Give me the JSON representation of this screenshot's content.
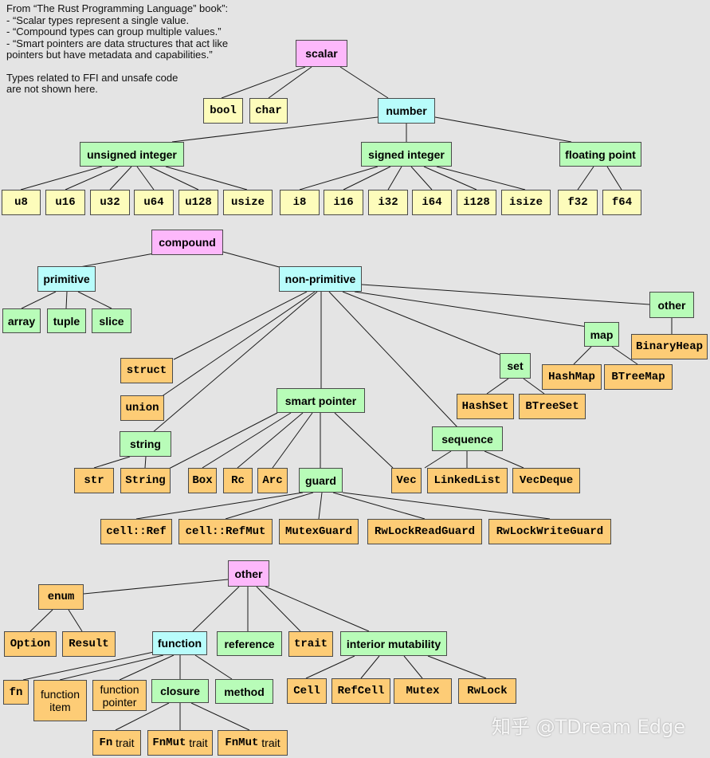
{
  "notes": [
    "From “The Rust Programming Language” book”:",
    "- “Scalar types represent a single value.",
    "- “Compound types can group multiple values.”",
    "- “Smart pointers are data structures that act like",
    "pointers but have metadata and capabilities.”",
    "",
    "Types related to FFI and unsafe code",
    "are not shown here."
  ],
  "colors": {
    "root": "#fdb8fb",
    "category": "#b8fcfb",
    "group": "#b8fcb8",
    "scalar_type": "#fdfcbb",
    "compound_type": "#fdcc76",
    "background": "#e4e4e4"
  },
  "nodes": {
    "scalar": "scalar",
    "bool": "bool",
    "char": "char",
    "number": "number",
    "unsigned_integer": "unsigned integer",
    "signed_integer": "signed integer",
    "floating_point": "floating point",
    "u8": "u8",
    "u16": "u16",
    "u32": "u32",
    "u64": "u64",
    "u128": "u128",
    "usize": "usize",
    "i8": "i8",
    "i16": "i16",
    "i32": "i32",
    "i64": "i64",
    "i128": "i128",
    "isize": "isize",
    "f32": "f32",
    "f64": "f64",
    "compound": "compound",
    "primitive": "primitive",
    "non_primitive": "non-primitive",
    "array": "array",
    "tuple": "tuple",
    "slice": "slice",
    "struct": "struct",
    "union": "union",
    "string": "string",
    "str": "str",
    "String": "String",
    "smart_pointer": "smart pointer",
    "Box": "Box",
    "Rc": "Rc",
    "Arc": "Arc",
    "guard": "guard",
    "cell_ref": "cell::Ref",
    "cell_refmut": "cell::RefMut",
    "MutexGuard": "MutexGuard",
    "RwLockReadGuard": "RwLockReadGuard",
    "RwLockWriteGuard": "RwLockWriteGuard",
    "Vec": "Vec",
    "sequence": "sequence",
    "LinkedList": "LinkedList",
    "VecDeque": "VecDeque",
    "set": "set",
    "HashSet": "HashSet",
    "BTreeSet": "BTreeSet",
    "map": "map",
    "HashMap": "HashMap",
    "BTreeMap": "BTreeMap",
    "other_collection": "other",
    "BinaryHeap": "BinaryHeap",
    "other": "other",
    "enum": "enum",
    "Option": "Option",
    "Result": "Result",
    "function": "function",
    "reference": "reference",
    "trait": "trait",
    "interior_mutability": "interior mutability",
    "fn": "fn",
    "function_item": "function item",
    "function_pointer": "function pointer",
    "closure": "closure",
    "method": "method",
    "Fn_trait_code": "Fn",
    "Fn_trait_word": "trait",
    "FnMut_trait_code": "FnMut",
    "FnMut_trait_word": "trait",
    "FnMut2_trait_code": "FnMut",
    "FnMut2_trait_word": "trait",
    "Cell": "Cell",
    "RefCell": "RefCell",
    "Mutex": "Mutex",
    "RwLock": "RwLock"
  },
  "watermark": "知乎 @TDream Edge"
}
